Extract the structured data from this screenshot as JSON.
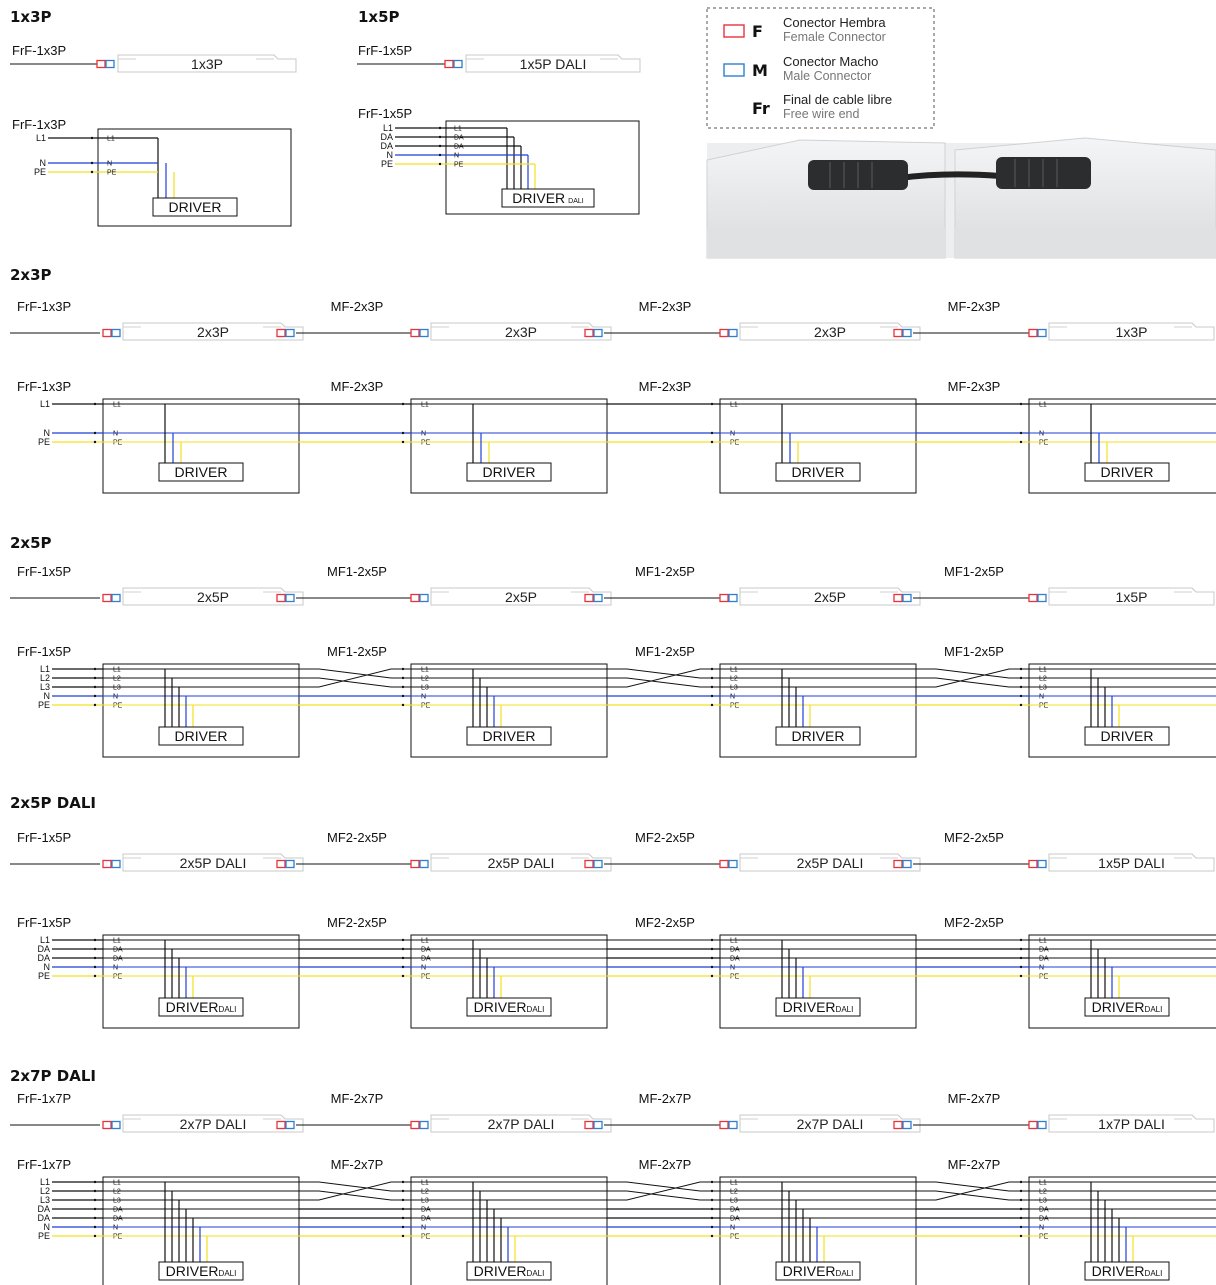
{
  "colors": {
    "female": "#e8323c",
    "male": "#2e7fd0",
    "neutral": "#1f3fd8",
    "earth": "#f2e020",
    "line": "#111111"
  },
  "legend": {
    "items": [
      {
        "key": "F",
        "title": "Conector Hembra",
        "subtitle": "Female Connector",
        "icon": "female-connector-icon"
      },
      {
        "key": "M",
        "title": "Conector Macho",
        "subtitle": "Male Connector",
        "icon": "male-connector-icon"
      },
      {
        "key": "Fr",
        "title": "Final de cable libre",
        "subtitle": "Free wire end",
        "icon": ""
      }
    ]
  },
  "photo": {
    "icon": "connector-photo"
  },
  "top": {
    "p3": {
      "title": "1x3P",
      "cable": "FrF-1x3P",
      "unit": "1x3P",
      "wiring_cable": "FrF-1x3P",
      "wires": [
        "L1",
        "N",
        "PE"
      ],
      "driver": "DRIVER"
    },
    "p5": {
      "title": "1x5P",
      "cable": "FrF-1x5P",
      "unit": "1x5P DALI",
      "wiring_cable": "FrF-1x5P",
      "wires": [
        "L1",
        "DA",
        "DA",
        "N",
        "PE"
      ],
      "driver": "DRIVER",
      "driver_sub": "DALI"
    }
  },
  "sections": [
    {
      "title": "2x3P",
      "cable_first": "FrF-1x3P",
      "link": "MF-2x3P",
      "units": [
        "2x3P",
        "2x3P",
        "2x3P",
        "1x3P"
      ],
      "wiring_cable": "FrF-1x3P",
      "link_wiring": "MF-2x3P",
      "wires": [
        "L1",
        "N",
        "PE"
      ],
      "driver": "DRIVER",
      "driver_sub": ""
    },
    {
      "title": "2x5P",
      "cable_first": "FrF-1x5P",
      "link": "MF1-2x5P",
      "units": [
        "2x5P",
        "2x5P",
        "2x5P",
        "1x5P"
      ],
      "wiring_cable": "FrF-1x5P",
      "link_wiring": "MF1-2x5P",
      "wires": [
        "L1",
        "L2",
        "L3",
        "N",
        "PE"
      ],
      "driver": "DRIVER",
      "driver_sub": ""
    },
    {
      "title": "2x5P DALI",
      "cable_first": "FrF-1x5P",
      "link": "MF2-2x5P",
      "units": [
        "2x5P DALI",
        "2x5P DALI",
        "2x5P DALI",
        "1x5P DALI"
      ],
      "wiring_cable": "FrF-1x5P",
      "link_wiring": "MF2-2x5P",
      "wires": [
        "L1",
        "DA",
        "DA",
        "N",
        "PE"
      ],
      "driver": "DRIVER",
      "driver_sub": "DALI"
    },
    {
      "title": "2x7P DALI",
      "cable_first": "FrF-1x7P",
      "link": "MF-2x7P",
      "units": [
        "2x7P DALI",
        "2x7P DALI",
        "2x7P DALI",
        "1x7P DALI"
      ],
      "wiring_cable": "FrF-1x7P",
      "link_wiring": "MF-2x7P",
      "wires": [
        "L1",
        "L2",
        "L3",
        "DA",
        "DA",
        "N",
        "PE"
      ],
      "driver": "DRIVER",
      "driver_sub": "DALI"
    }
  ]
}
